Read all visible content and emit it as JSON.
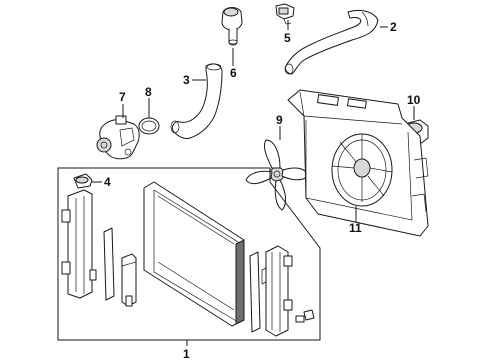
{
  "callouts": {
    "c1": "1",
    "c2": "2",
    "c3": "3",
    "c4": "4",
    "c5": "5",
    "c6": "6",
    "c7": "7",
    "c8": "8",
    "c9": "9",
    "c10": "10",
    "c11": "11"
  },
  "colors": {
    "line": "#1a1a1a",
    "shade": "#d8d8d8",
    "dark": "#6e6e6e",
    "background": "#ffffff"
  }
}
